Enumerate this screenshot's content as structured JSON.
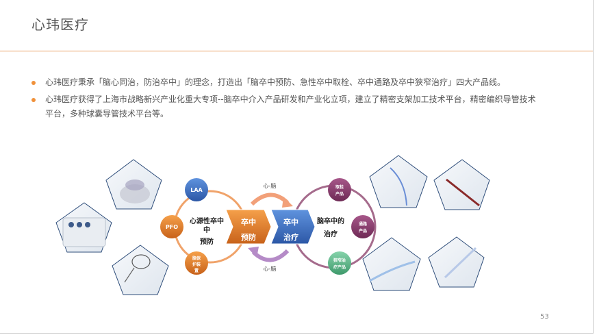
{
  "title": "心玮医疗",
  "bullets": [
    {
      "text": "心玮医疗秉承「脑心同治，防治卒中」的理念，打造出「脑卒中预防、急性卒中取栓、卒中通路及卒中狭窄治疗」四大产品线。"
    },
    {
      "text": "心玮医疗获得了上海市战略新兴产业化重大专项--脑卒中介入产品研发和产业化立项，建立了精密支架加工技术平台，精密编织导管技术平台，多种球囊导管技术平台等。"
    }
  ],
  "diagram": {
    "left_ring_label_1": "心源性卒中",
    "left_ring_label_2": "中",
    "left_ring_label_3": "预防",
    "right_ring_label_1": "脑卒中的",
    "right_ring_label_2": "治疗",
    "center_left_1": "卒中",
    "center_left_2": "预防",
    "center_right_1": "卒中",
    "center_right_2": "治疗",
    "arrow_top_label": "心-脑",
    "arrow_bottom_label": "心-脑",
    "node_laa": "LAA",
    "node_pfo": "PFO",
    "node_brain_protect_1": "脑保",
    "node_brain_protect_2": "护装",
    "node_brain_protect_3": "置",
    "node_thrombectomy_1": "取栓",
    "node_thrombectomy_2": "产品",
    "node_access_1": "通路",
    "node_access_2": "产品",
    "node_stenosis_1": "狭窄治",
    "node_stenosis_2": "疗产品"
  },
  "colors": {
    "accent_orange": "#e8802a",
    "blue": "#3a6fc4",
    "purple": "#8b3f6e",
    "green": "#5db88a"
  },
  "page_number": "53"
}
